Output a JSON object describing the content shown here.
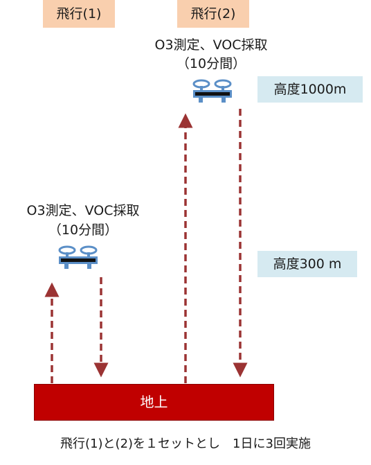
{
  "flights": [
    {
      "tag": "飛行(1)",
      "measure": "O3測定、VOC採取",
      "duration": "（10分間）"
    },
    {
      "tag": "飛行(2)",
      "measure": "O3測定、VOC採取",
      "duration": "（10分間）"
    }
  ],
  "altitudes": {
    "high": "高度1000m",
    "low": "高度300 m"
  },
  "ground": "地上",
  "footer": "飛行(1)と(2)を１セットとし　1日に3回実施",
  "colors": {
    "arrow": "#9b3333",
    "ground": "#c00000",
    "tag_bg": "#f9cfae",
    "alt_bg": "#d6eaf1",
    "drone": "#5b8fc7"
  }
}
